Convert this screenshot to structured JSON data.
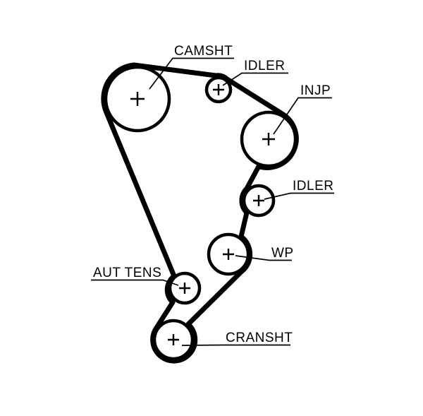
{
  "diagram": {
    "colors": {
      "line": "#000000",
      "background": "#ffffff"
    },
    "pulleys": [
      {
        "id": "camshaft",
        "label": "CAMSHT",
        "marker": "cross"
      },
      {
        "id": "idler-top",
        "label": "IDLER",
        "marker": "cross"
      },
      {
        "id": "injection-pump",
        "label": "INJP",
        "marker": "cross"
      },
      {
        "id": "idler-mid",
        "label": "IDLER",
        "marker": "cross"
      },
      {
        "id": "water-pump",
        "label": "WP",
        "marker": "cross"
      },
      {
        "id": "automatic-tensioner",
        "label": "AUT TENS",
        "marker": "cross"
      },
      {
        "id": "crankshaft",
        "label": "CRANSHT",
        "marker": "cross"
      }
    ]
  }
}
